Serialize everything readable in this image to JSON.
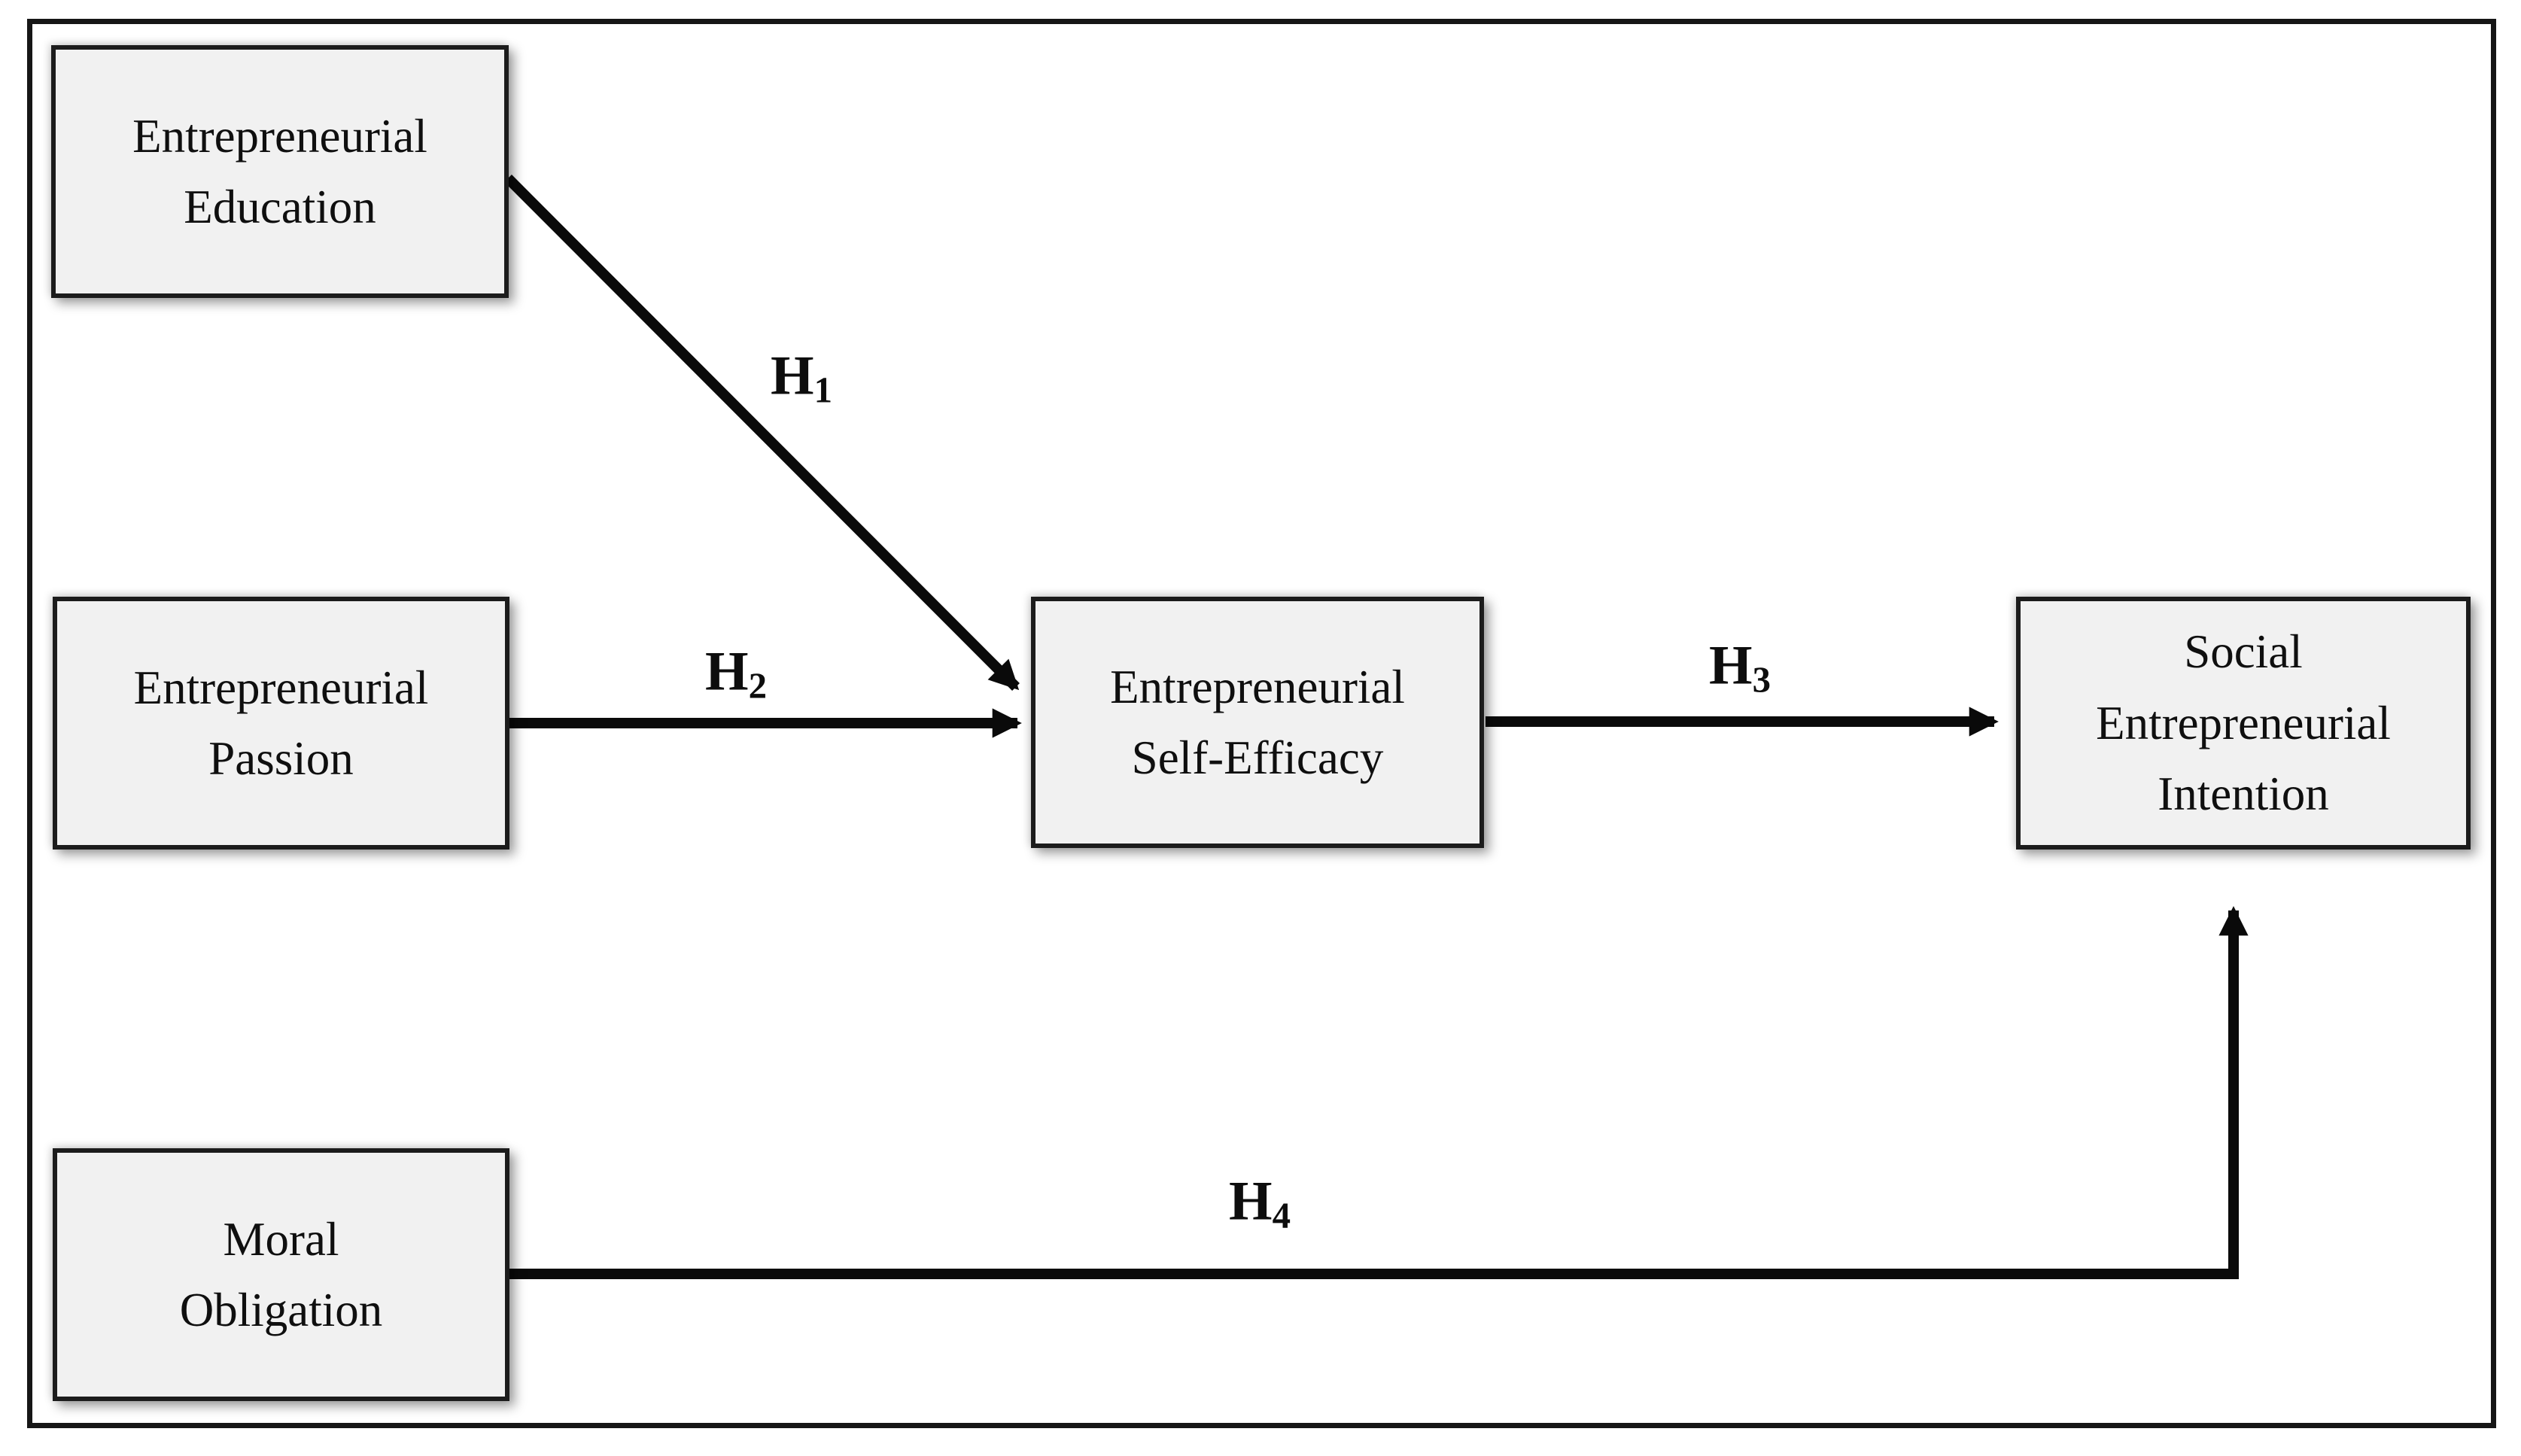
{
  "boxes": [
    {
      "id": "entrepreneurial-education",
      "lines": [
        "Entrepreneurial",
        "Education"
      ]
    },
    {
      "id": "entrepreneurial-passion",
      "lines": [
        "Entrepreneurial",
        "Passion"
      ]
    },
    {
      "id": "moral-obligation",
      "lines": [
        "Moral",
        "Obligation"
      ]
    },
    {
      "id": "entrepreneurial-self-efficacy",
      "lines": [
        "Entrepreneurial",
        "Self-Efficacy"
      ]
    },
    {
      "id": "social-entrepreneurial-intention",
      "lines": [
        "Social",
        "Entrepreneurial",
        "Intention"
      ]
    }
  ],
  "hypotheses": [
    {
      "base": "H",
      "sub": "1",
      "from": "entrepreneurial-education",
      "to": "entrepreneurial-self-efficacy"
    },
    {
      "base": "H",
      "sub": "2",
      "from": "entrepreneurial-passion",
      "to": "entrepreneurial-self-efficacy"
    },
    {
      "base": "H",
      "sub": "3",
      "from": "entrepreneurial-self-efficacy",
      "to": "social-entrepreneurial-intention"
    },
    {
      "base": "H",
      "sub": "4",
      "from": "moral-obligation",
      "to": "social-entrepreneurial-intention"
    }
  ],
  "colors": {
    "background": "#ffffff",
    "frame_border": "#161616",
    "box_fill": "#f1f1f1",
    "box_border": "#1c1c1c",
    "arrow": "#0a0a0a",
    "text": "#0f0f0f"
  }
}
